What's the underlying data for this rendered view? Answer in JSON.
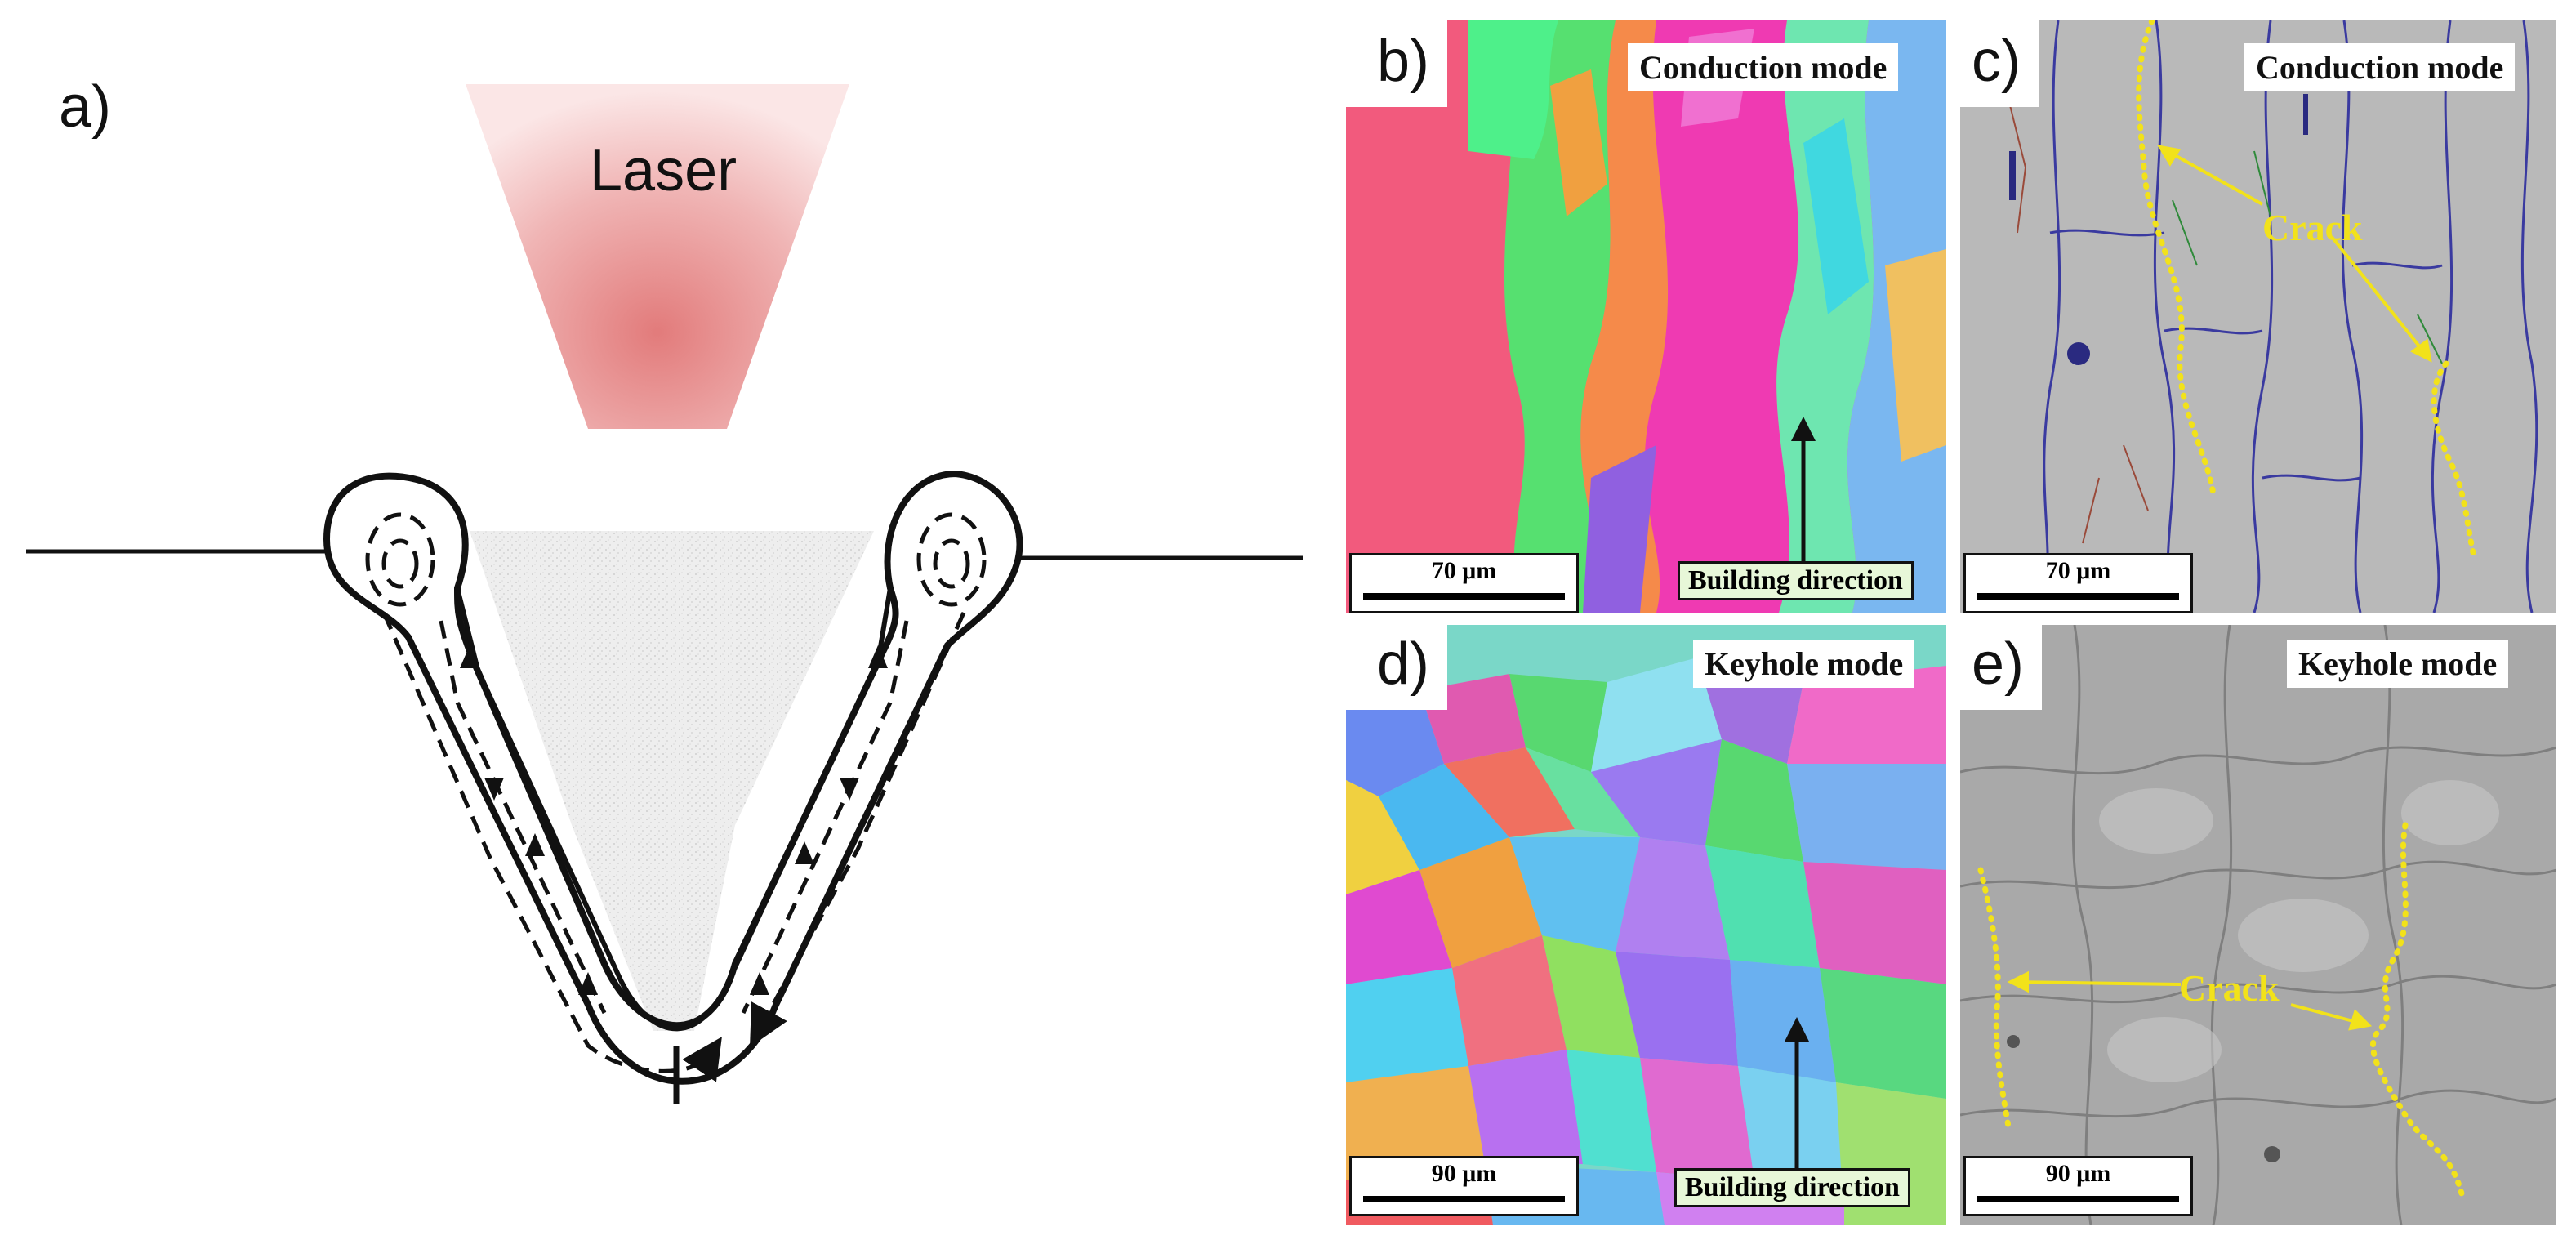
{
  "panels": {
    "a": {
      "letter": "a)",
      "laser_label": "Laser"
    },
    "b": {
      "letter": "b)",
      "mode": "Conduction mode",
      "scale": "70 μm",
      "direction": "Building direction"
    },
    "c": {
      "letter": "c)",
      "mode": "Conduction mode",
      "scale": "70 μm",
      "crack": "Crack"
    },
    "d": {
      "letter": "d)",
      "mode": "Keyhole mode",
      "scale": "90 μm",
      "direction": "Building direction"
    },
    "e": {
      "letter": "e)",
      "mode": "Keyhole mode",
      "scale": "90 μm",
      "crack": "Crack"
    }
  },
  "colors": {
    "crack": "#f2e21a",
    "laser": "#e07a7a",
    "grain_boundary": "#3a3aa0"
  }
}
